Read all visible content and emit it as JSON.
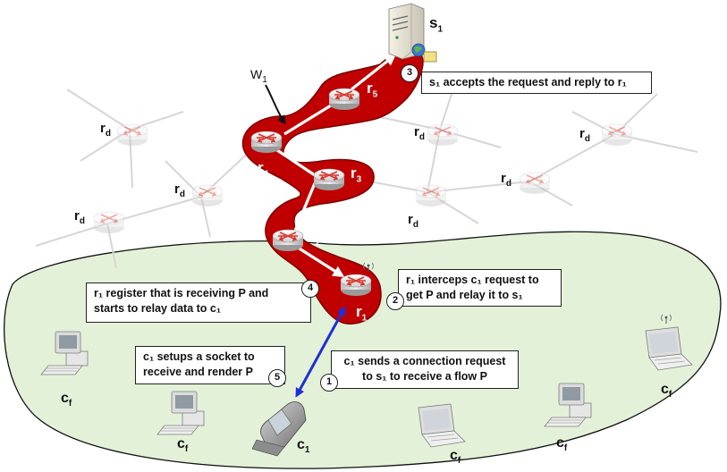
{
  "nodes": {
    "s1": {
      "base": "s",
      "sub": "1"
    },
    "w1": {
      "base": "W",
      "sub": "1"
    },
    "r5": {
      "base": "r",
      "sub": "5"
    },
    "r4": {
      "base": "r",
      "sub": "4"
    },
    "r3": {
      "base": "r",
      "sub": "3"
    },
    "r2": {
      "base": "r",
      "sub": "2"
    },
    "r1": {
      "base": "r",
      "sub": "1"
    },
    "rd": {
      "base": "r",
      "sub": "d"
    },
    "cf": {
      "base": "c",
      "sub": "f"
    },
    "c1": {
      "base": "c",
      "sub": "1"
    }
  },
  "steps": [
    {
      "num": "1",
      "lines": [
        "c₁ sends a connection request",
        "to s₁ to receive a flow P"
      ]
    },
    {
      "num": "2",
      "lines": [
        "r₁ interceps c₁ request to",
        "get P and relay it to s₁"
      ]
    },
    {
      "num": "3",
      "lines": [
        "s₁ accepts the request and reply to r₁"
      ]
    },
    {
      "num": "4",
      "lines": [
        "r₁ register that is receiving P and",
        "starts to relay data to c₁"
      ]
    },
    {
      "num": "5",
      "lines": [
        "c₁ setups a socket to",
        "receive and render P"
      ]
    }
  ],
  "colors": {
    "path_red": "#c00000",
    "path_dark": "#7a0000",
    "area_green": "#e3f1d9",
    "link_blue": "#1f2fd6",
    "router_arrow_red": "#d9332b",
    "inactive_router_arrow": "#f29a92"
  },
  "icons": [
    "server-icon",
    "router-icon",
    "desktop-computer-icon",
    "laptop-icon",
    "mobile-phone-icon",
    "antenna-icon",
    "globe-icon"
  ]
}
